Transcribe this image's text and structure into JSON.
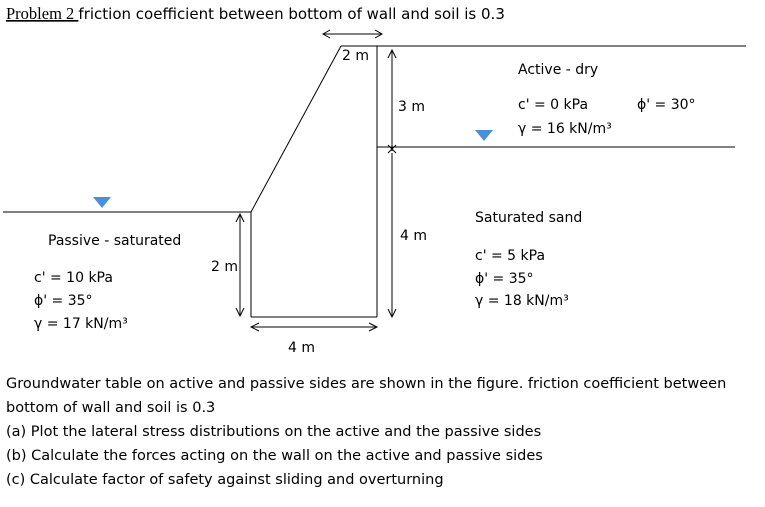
{
  "header": {
    "problem_label": "Problem 2 ",
    "problem_title": "friction coefficient between bottom of wall and soil is 0.3"
  },
  "figure": {
    "dims": {
      "top_width": "2 m",
      "upper_height": "3 m",
      "lower_height": "4 m",
      "embed_height": "2 m",
      "base_width": "4 m"
    },
    "active_dry": {
      "title": "Active  - dry",
      "c": "c' = 0 kPa",
      "gamma": "γ = 16 kN/m³",
      "phi": "ϕ' = 30°"
    },
    "saturated_sand": {
      "title": "Saturated sand",
      "c": "c' = 5 kPa",
      "phi": "ϕ' = 35°",
      "gamma": "γ = 18 kN/m³"
    },
    "passive": {
      "title": "Passive - saturated",
      "c": "c' = 10 kPa",
      "phi": "ϕ' = 35°",
      "gamma": "γ = 17 kN/m³"
    },
    "colors": {
      "water_table": "#4a90d9",
      "line": "#000000"
    }
  },
  "text": {
    "line1": "Groundwater table on active and passive sides are shown in the figure. friction coefficient between",
    "line2": "bottom of wall and soil is 0.3",
    "q_a": "(a) Plot the lateral stress distributions on the active and the passive sides",
    "q_b": "(b) Calculate the forces acting on the wall on the active and passive sides",
    "q_c": "(c) Calculate factor of safety against sliding and overturning"
  }
}
